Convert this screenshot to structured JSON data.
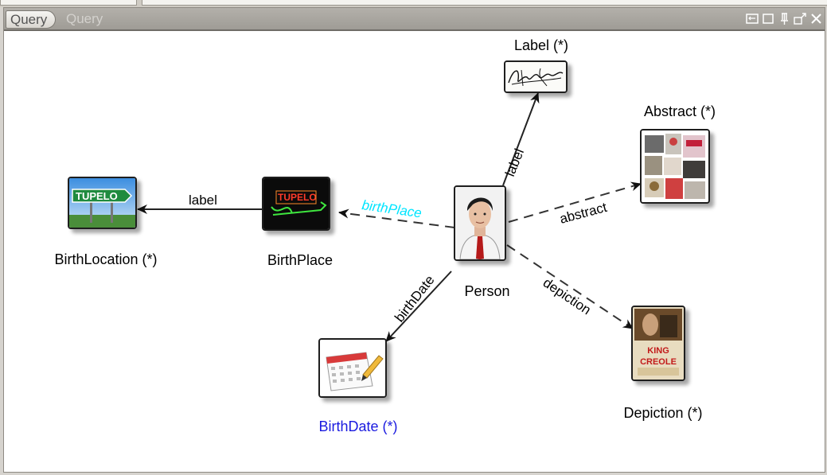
{
  "tabs": {
    "active": "Query",
    "inactive": "Query"
  },
  "window_controls": [
    "restore-icon",
    "maximize-icon",
    "pin-icon",
    "detach-icon",
    "close-icon"
  ],
  "nodes": {
    "label": {
      "name": "Label (*)",
      "image": "signature-icon"
    },
    "abstract": {
      "name": "Abstract (*)",
      "image": "posters-collage-icon"
    },
    "birthlocation": {
      "name": "BirthLocation (*)",
      "image": "tupelo-road-sign-icon"
    },
    "birthplace": {
      "name": "BirthPlace",
      "image": "tupelo-neon-sign-icon"
    },
    "person": {
      "name": "Person",
      "image": "portrait-photo-icon"
    },
    "birthdate": {
      "name": "BirthDate (*)",
      "image": "calendar-icon"
    },
    "depiction": {
      "name": "Depiction (*)",
      "image": "movie-poster-icon"
    }
  },
  "edges": {
    "birthplace_to_birthlocation": "label",
    "person_to_birthplace": "birthPlace",
    "person_to_label": "label",
    "person_to_abstract": "abstract",
    "person_to_depiction": "depiction",
    "person_to_birthdate": "birthDate"
  },
  "signs": {
    "tupelo_road": "TUPELO",
    "tupelo_neon": "TUPELO",
    "poster_title_1": "KING",
    "poster_title_2": "CREOLE"
  },
  "colors": {
    "highlight_edge": "#00e5ff",
    "highlight_node_label": "#1a1adf"
  }
}
